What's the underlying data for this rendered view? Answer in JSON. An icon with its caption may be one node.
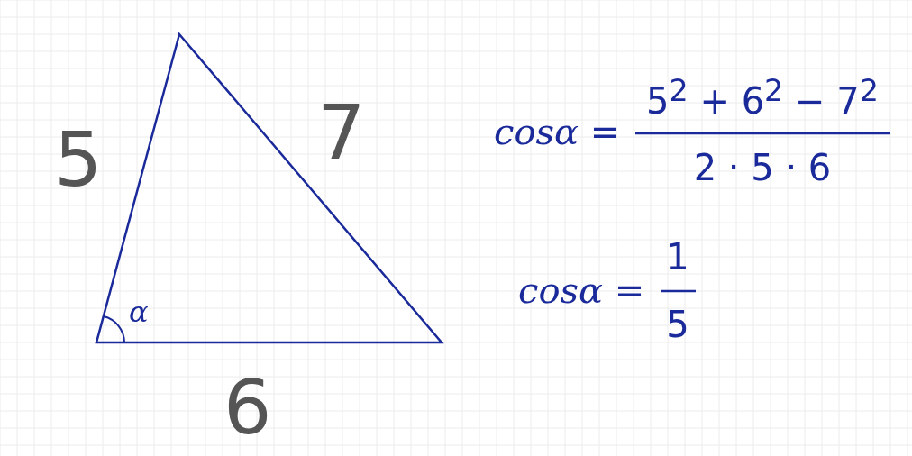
{
  "diagram": {
    "labels": [
      "5",
      "7",
      "*cosα* =",
      "5$^{2}$ + 6$^{2}$ − 7$^{2}$",
      "2 · 5 · 6",
      "α",
      "*cosα* =",
      "1",
      "5",
      "6"
    ]
  }
}
